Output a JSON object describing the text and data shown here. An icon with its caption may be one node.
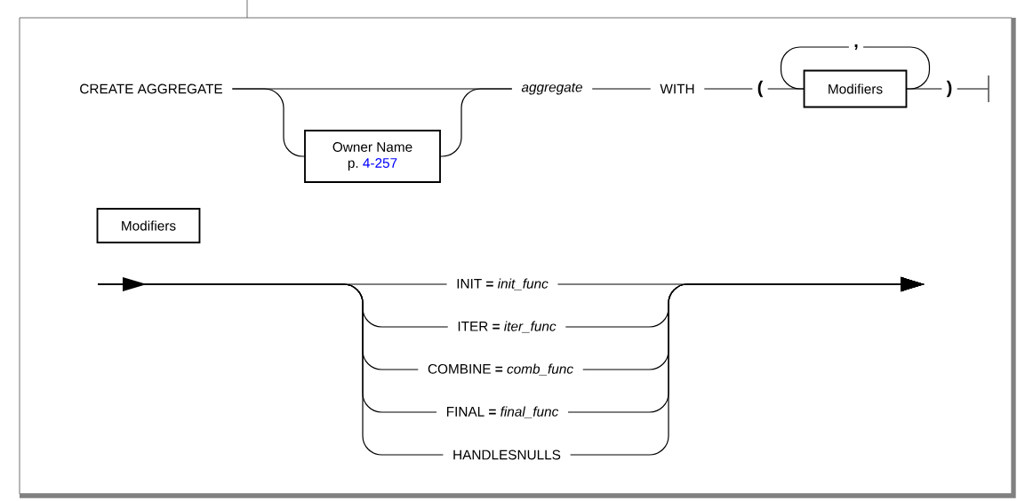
{
  "diagram": {
    "nodes": [
      {
        "text": [
          "CREATE AGGREGATE"
        ]
      },
      {
        "text": [
          "Owner Name",
          "p.",
          "4-257"
        ]
      },
      {
        "text": [
          "aggregate"
        ]
      },
      {
        "text": [
          "WITH"
        ]
      },
      {
        "text": [
          "("
        ]
      },
      {
        "text": [
          "Modifiers"
        ]
      },
      {
        "text": [
          ")"
        ]
      },
      {
        "text": [
          ","
        ]
      },
      {
        "text": [],
        "shape": "bar"
      },
      {
        "text": [
          "Modifiers"
        ]
      },
      {
        "text": [
          "INIT **=** *init_func*"
        ]
      },
      {
        "text": [
          "ITER **=** *iter_func*"
        ]
      },
      {
        "text": [
          "COMBINE **=** *comb_func*"
        ]
      },
      {
        "text": [
          "FINAL **=** *final_func*"
        ]
      },
      {
        "text": [
          "HANDLESNULLS"
        ]
      }
    ],
    "edges": [
      {
        "from": 0,
        "to": 2,
        "arrow": "none"
      },
      {
        "from": 0,
        "to": 1,
        "arrow": "none"
      },
      {
        "from": 1,
        "to": 2,
        "arrow": "none"
      },
      {
        "from": 2,
        "to": 3,
        "arrow": "none"
      },
      {
        "from": 3,
        "to": 4,
        "arrow": "none"
      },
      {
        "from": 4,
        "to": 5,
        "arrow": "none"
      },
      {
        "from": 5,
        "to": 6,
        "arrow": "none"
      },
      {
        "from": 5,
        "to": 7,
        "arrow": "none"
      },
      {
        "from": 7,
        "to": 5,
        "arrow": "none"
      },
      {
        "from": 6,
        "to": 8,
        "arrow": "none"
      },
      {
        "from": null,
        "to": 10,
        "arrow": "none"
      },
      {
        "from": null,
        "to": 11,
        "arrow": "none"
      },
      {
        "from": null,
        "to": 12,
        "arrow": "none"
      },
      {
        "from": null,
        "to": 13,
        "arrow": "none"
      },
      {
        "from": null,
        "to": 14,
        "arrow": "none"
      },
      {
        "from": 10,
        "to": null,
        "arrow": "to"
      },
      {
        "from": 11,
        "to": null,
        "arrow": "to"
      },
      {
        "from": 12,
        "to": null,
        "arrow": "to"
      },
      {
        "from": 13,
        "to": null,
        "arrow": "to"
      },
      {
        "from": 14,
        "to": null,
        "arrow": "to"
      }
    ]
  }
}
